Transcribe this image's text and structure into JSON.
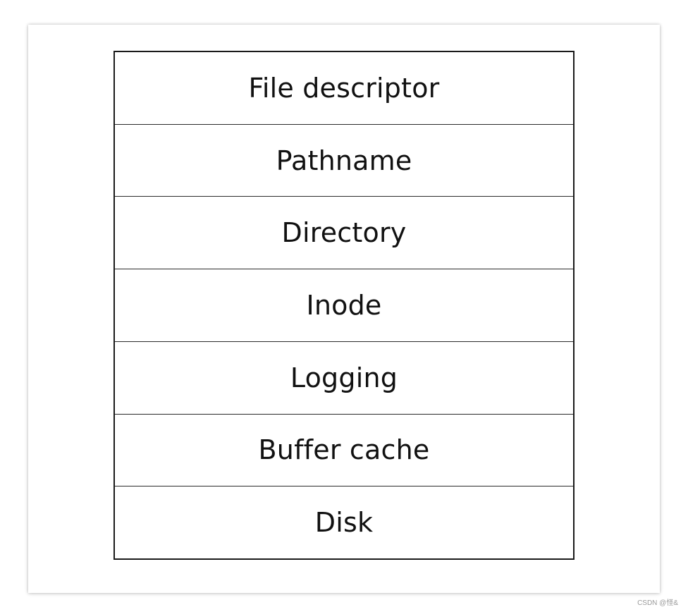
{
  "diagram": {
    "layers": [
      "File descriptor",
      "Pathname",
      "Directory",
      "Inode",
      "Logging",
      "Buffer cache",
      "Disk"
    ]
  },
  "watermark": "CSDN @怪&"
}
